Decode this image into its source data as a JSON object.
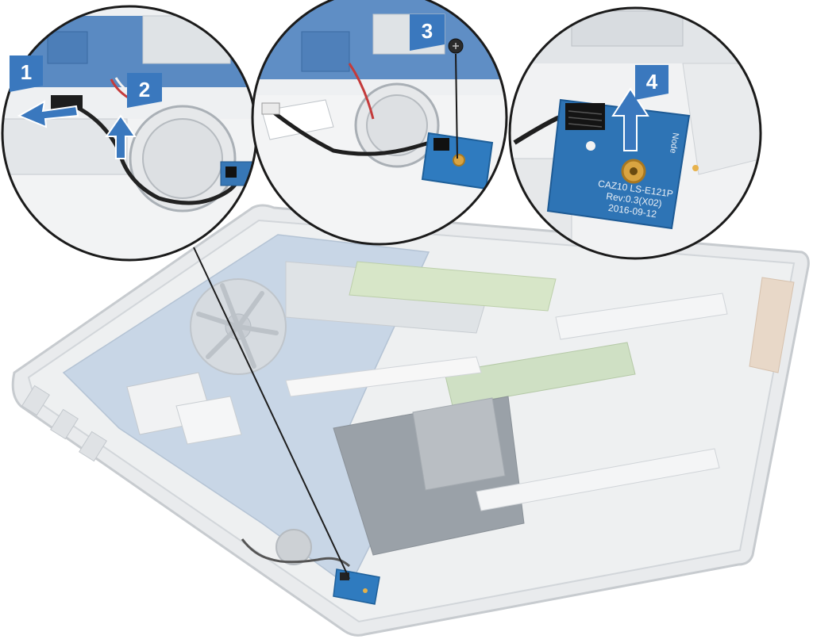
{
  "steps": [
    {
      "number": "1",
      "action": "disconnect-cable",
      "arrow_direction": "left"
    },
    {
      "number": "2",
      "action": "lift-cable",
      "arrow_direction": "up"
    },
    {
      "number": "3",
      "action": "remove-screw",
      "arrow_direction": "none"
    },
    {
      "number": "4",
      "action": "lift-board",
      "arrow_direction": "up"
    }
  ],
  "board_silkscreen": {
    "model": "CAZ10 LS-E121P",
    "revision": "Rev:0.3(X02)",
    "date": "2016-09-12",
    "side_text": "Node"
  },
  "colors": {
    "step_badge": "#3a78be",
    "arrow": "#3a78be",
    "board": "#2a6fae",
    "chassis": "#e6e8ea",
    "callout_border": "#222222"
  }
}
